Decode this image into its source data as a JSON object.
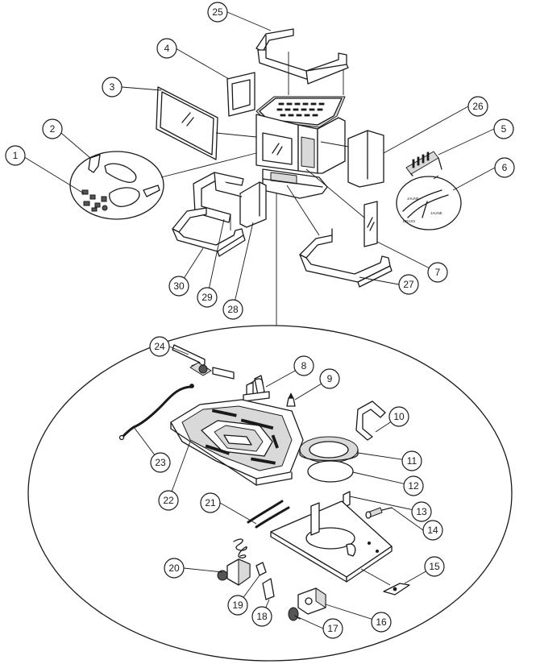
{
  "callouts": [
    "1",
    "2",
    "3",
    "4",
    "5",
    "6",
    "7",
    "8",
    "9",
    "10",
    "11",
    "12",
    "13",
    "14",
    "15",
    "16",
    "17",
    "18",
    "19",
    "20",
    "21",
    "22",
    "23",
    "24",
    "25",
    "26",
    "27",
    "28",
    "29",
    "30"
  ],
  "inset_labels": [
    "JAUNE",
    "BRASS",
    "JAUNE"
  ],
  "colors": {
    "line": "#1a1a1a",
    "paper": "#ffffff",
    "shade": "#d9d9d9"
  }
}
